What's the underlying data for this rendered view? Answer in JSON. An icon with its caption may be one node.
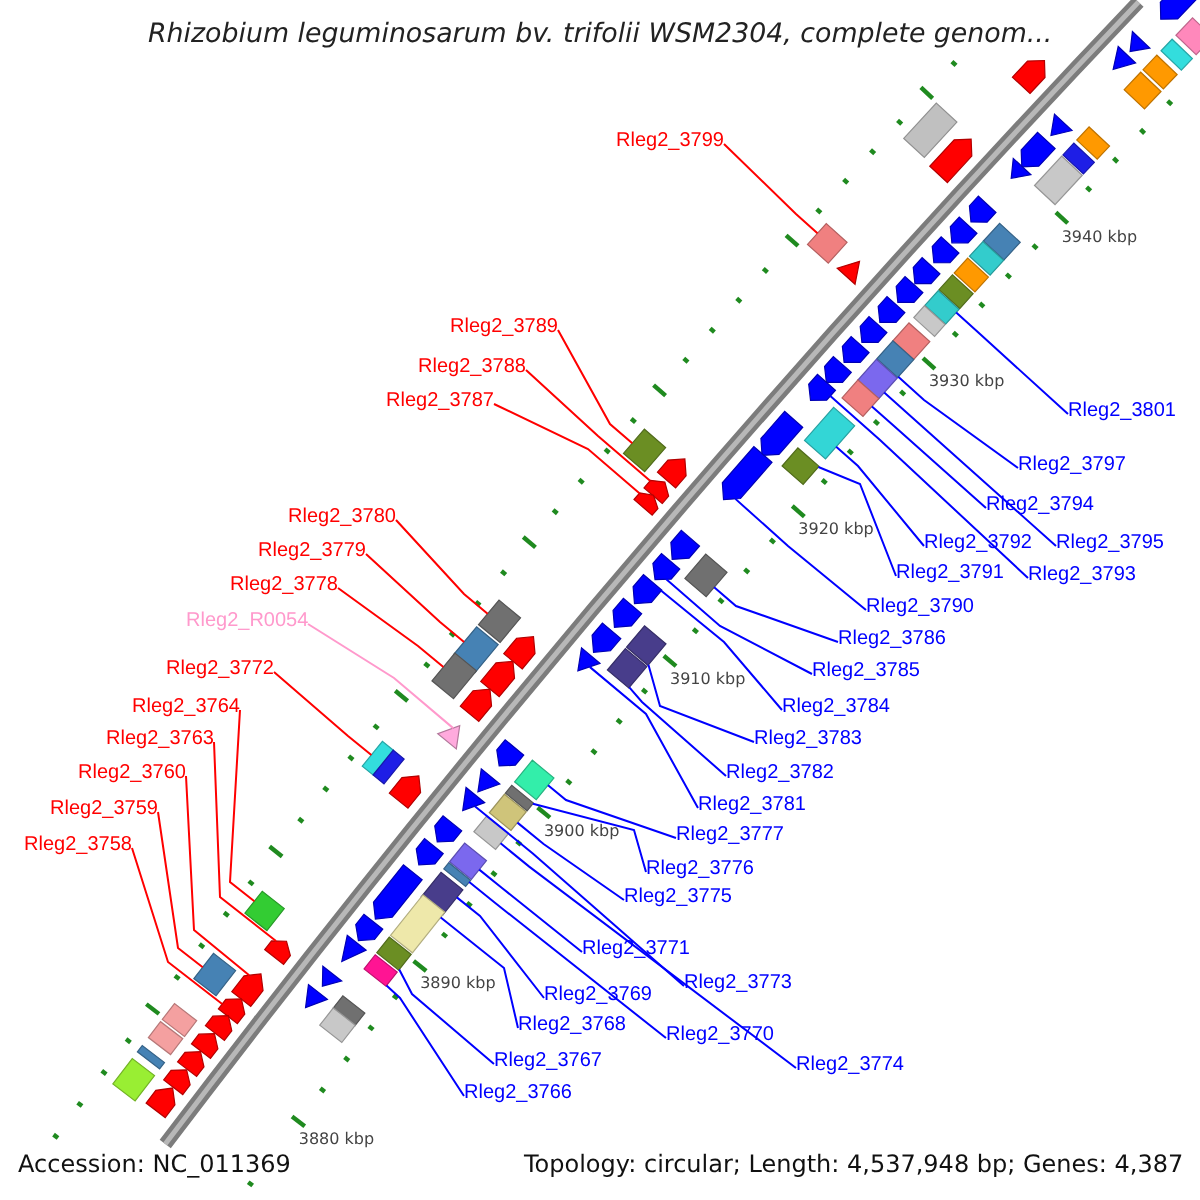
{
  "diagram": {
    "title": "Rhizobium leguminosarum bv. trifolii WSM2304, complete genom...",
    "nodes": [
      {
        "text": [
          "Rleg2_3799"
        ]
      },
      {
        "text": [
          "Rleg2_3789"
        ]
      },
      {
        "text": [
          "Rleg2_3788"
        ]
      },
      {
        "text": [
          "Rleg2_3787"
        ]
      },
      {
        "text": [
          "Rleg2_3801"
        ]
      },
      {
        "text": [
          "Rleg2_3797"
        ]
      },
      {
        "text": [
          "Rleg2_3794"
        ]
      },
      {
        "text": [
          "Rleg2_3780"
        ]
      },
      {
        "text": [
          "Rleg2_3792"
        ]
      },
      {
        "text": [
          "Rleg2_3795"
        ]
      },
      {
        "text": [
          "Rleg2_3779"
        ]
      },
      {
        "text": [
          "Rleg2_3791"
        ]
      },
      {
        "text": [
          "Rleg2_3793"
        ]
      },
      {
        "text": [
          "Rleg2_3778"
        ]
      },
      {
        "text": [
          "Rleg2_3790"
        ]
      },
      {
        "text": [
          "Rleg2_R0054"
        ]
      },
      {
        "text": [
          "Rleg2_3786"
        ]
      },
      {
        "text": [
          "Rleg2_3772"
        ]
      },
      {
        "text": [
          "Rleg2_3785"
        ]
      },
      {
        "text": [
          "Rleg2_3764"
        ]
      },
      {
        "text": [
          "Rleg2_3784"
        ]
      },
      {
        "text": [
          "Rleg2_3763"
        ]
      },
      {
        "text": [
          "Rleg2_3783"
        ]
      },
      {
        "text": [
          "Rleg2_3760"
        ]
      },
      {
        "text": [
          "Rleg2_3782"
        ]
      },
      {
        "text": [
          "Rleg2_3781"
        ]
      },
      {
        "text": [
          "Rleg2_3759"
        ]
      },
      {
        "text": [
          "Rleg2_3777"
        ]
      },
      {
        "text": [
          "Rleg2_3758"
        ]
      },
      {
        "text": [
          "Rleg2_3776"
        ]
      },
      {
        "text": [
          "Rleg2_3775"
        ]
      },
      {
        "text": [
          "Rleg2_3771"
        ]
      },
      {
        "text": [
          "Rleg2_3773"
        ]
      },
      {
        "text": [
          "Rleg2_3769"
        ]
      },
      {
        "text": [
          "Rleg2_3768"
        ]
      },
      {
        "text": [
          "Rleg2_3770"
        ]
      },
      {
        "text": [
          "Rleg2_3767"
        ]
      },
      {
        "text": [
          "Rleg2_3774"
        ]
      },
      {
        "text": [
          "Rleg2_3766"
        ]
      },
      {
        "text": [],
        "shape": "arrow"
      },
      {
        "text": [],
        "shape": "diamond"
      },
      {
        "text": [],
        "shape": "triangle"
      },
      {
        "text": [],
        "shape": "box"
      },
      {
        "text": [],
        "shape": "triangle"
      },
      {
        "text": [],
        "shape": "box"
      },
      {
        "text": [],
        "shape": "arrow"
      },
      {
        "text": [],
        "shape": "diamond"
      },
      {
        "text": [],
        "shape": "triangle"
      },
      {
        "text": [],
        "shape": "box"
      },
      {
        "text": [],
        "shape": "box"
      },
      {
        "text": [],
        "shape": "arrow"
      },
      {
        "text": [],
        "shape": "arrow"
      },
      {
        "text": [],
        "shape": "box"
      },
      {
        "text": [],
        "shape": "triangle"
      },
      {
        "text": [],
        "shape": "box"
      },
      {
        "text": [],
        "shape": "arrow"
      },
      {
        "text": [],
        "shape": "arrow"
      },
      {
        "text": [],
        "shape": "diamond"
      },
      {
        "text": [],
        "shape": "diamond"
      },
      {
        "text": [],
        "shape": "arrow"
      },
      {
        "text": [],
        "shape": "box"
      },
      {
        "text": [],
        "shape": "triangle"
      },
      {
        "text": [],
        "shape": "arrow"
      },
      {
        "text": [],
        "shape": "box"
      },
      {
        "text": [],
        "shape": "box"
      },
      {
        "text": [],
        "shape": "arrow"
      },
      {
        "text": [],
        "shape": "box"
      },
      {
        "text": [],
        "shape": "arrow"
      },
      {
        "text": [],
        "shape": "box"
      },
      {
        "text": [],
        "shape": "arrow"
      },
      {
        "text": [],
        "shape": "diamond"
      },
      {
        "text": [],
        "shape": "arrow"
      },
      {
        "text": [],
        "shape": "diamond"
      },
      {
        "text": [],
        "shape": "arrow"
      },
      {
        "text": [],
        "shape": "diamond"
      },
      {
        "text": [],
        "shape": "arrow"
      },
      {
        "text": [],
        "shape": "diamond"
      },
      {
        "text": [],
        "shape": "box"
      },
      {
        "text": [],
        "shape": "arrow"
      },
      {
        "text": [],
        "shape": "diamond"
      },
      {
        "text": [],
        "shape": "diamond"
      },
      {
        "text": [],
        "shape": "arrow"
      },
      {
        "text": [],
        "shape": "arrow"
      },
      {
        "text": [],
        "shape": "arrow"
      },
      {
        "text": [],
        "shape": "arrow"
      },
      {
        "text": [],
        "shape": "arrow"
      },
      {
        "text": [],
        "shape": "arrow"
      },
      {
        "text": [],
        "shape": "diamond"
      },
      {
        "text": [],
        "shape": "arrow"
      },
      {
        "text": [],
        "shape": "arrow"
      },
      {
        "text": [],
        "shape": "box"
      },
      {
        "text": [],
        "shape": "arrow"
      },
      {
        "text": [],
        "shape": "diamond"
      },
      {
        "text": [],
        "shape": "box"
      },
      {
        "text": [],
        "shape": "arrow"
      },
      {
        "text": [],
        "shape": "triangle"
      },
      {
        "text": [],
        "shape": "diamond"
      },
      {
        "text": [],
        "shape": "box"
      },
      {
        "text": [],
        "shape": "arrow"
      },
      {
        "text": [],
        "shape": "arrow"
      },
      {
        "text": [],
        "shape": "triangle"
      },
      {
        "text": [],
        "shape": "arrow"
      },
      {
        "text": [],
        "shape": "box"
      },
      {
        "text": [],
        "shape": "diamond"
      },
      {
        "text": [],
        "shape": "triangle"
      },
      {
        "text": [],
        "shape": "arrow"
      },
      {
        "text": [],
        "shape": "box"
      },
      {
        "text": [],
        "shape": "triangle"
      },
      {
        "text": [],
        "shape": "box"
      },
      {
        "text": [],
        "shape": "box"
      },
      {
        "text": [],
        "shape": "arrow"
      },
      {
        "text": [],
        "shape": "arrow"
      },
      {
        "text": [],
        "shape": "box"
      },
      {
        "text": [],
        "shape": "box"
      },
      {
        "text": [],
        "shape": "box"
      },
      {
        "text": [],
        "shape": "arrow"
      },
      {
        "text": [],
        "shape": "diamond"
      },
      {
        "text": [],
        "shape": "box"
      },
      {
        "text": [],
        "shape": "arrow"
      },
      {
        "text": [],
        "shape": "arrow"
      },
      {
        "text": [],
        "shape": "triangle"
      },
      {
        "text": [],
        "shape": "box"
      },
      {
        "text": [],
        "shape": "box"
      },
      {
        "text": [],
        "shape": "box"
      },
      {
        "text": [],
        "shape": "triangle"
      },
      {
        "text": [],
        "shape": "arrow"
      },
      {
        "text": [],
        "shape": "triangle"
      },
      {
        "text": [],
        "shape": "arrow"
      },
      {
        "text": [],
        "shape": "box"
      },
      {
        "text": [],
        "shape": "arrow"
      },
      {
        "text": [],
        "shape": "box"
      },
      {
        "text": [],
        "shape": "box"
      },
      {
        "text": [],
        "shape": "arrow"
      },
      {
        "text": [],
        "shape": "box"
      },
      {
        "text": [],
        "shape": "arrow"
      },
      {
        "text": [],
        "shape": "box"
      },
      {
        "text": [],
        "shape": "arrow"
      },
      {
        "text": [],
        "shape": "box"
      },
      {
        "text": [],
        "shape": "arrow"
      }
    ],
    "edges": [
      {
        "from": 0,
        "to": 58,
        "arrow": "none",
        "color": "#ff0000"
      },
      {
        "from": 1,
        "to": 79,
        "arrow": "none",
        "color": "#ff0000"
      },
      {
        "from": 2,
        "to": 83,
        "arrow": "none",
        "color": "#ff0000"
      },
      {
        "from": 3,
        "to": 84,
        "arrow": "none",
        "color": "#ff0000"
      },
      {
        "from": 4,
        "to": 66,
        "arrow": "none"
      },
      {
        "from": 5,
        "to": 72,
        "arrow": "none"
      },
      {
        "from": 6,
        "to": 76,
        "arrow": "none"
      },
      {
        "from": 7,
        "to": 90,
        "arrow": "none",
        "color": "#ff0000"
      },
      {
        "from": 8,
        "to": 77,
        "arrow": "none"
      },
      {
        "from": 9,
        "to": 74,
        "arrow": "none"
      },
      {
        "from": 10,
        "to": 93,
        "arrow": "none",
        "color": "#ff0000"
      },
      {
        "from": 11,
        "to": 80,
        "arrow": "none"
      },
      {
        "from": 12,
        "to": 75,
        "arrow": "none"
      },
      {
        "from": 13,
        "to": 97,
        "arrow": "none",
        "color": "#ff0000"
      },
      {
        "from": 14,
        "to": 82,
        "arrow": "none"
      },
      {
        "from": 15,
        "to": 100,
        "arrow": "none",
        "color": "#ff99cc"
      },
      {
        "from": 16,
        "to": 87,
        "arrow": "none"
      },
      {
        "from": 17,
        "to": 102,
        "arrow": "none",
        "color": "#ff0000"
      },
      {
        "from": 18,
        "to": 86,
        "arrow": "none"
      },
      {
        "from": 19,
        "to": 116,
        "arrow": "none",
        "color": "#ff0000"
      },
      {
        "from": 20,
        "to": 88,
        "arrow": "none"
      },
      {
        "from": 21,
        "to": 119,
        "arrow": "none",
        "color": "#ff0000"
      },
      {
        "from": 22,
        "to": 92,
        "arrow": "none"
      },
      {
        "from": 23,
        "to": 125,
        "arrow": "none",
        "color": "#ff0000"
      },
      {
        "from": 24,
        "to": 96,
        "arrow": "none"
      },
      {
        "from": 25,
        "to": 95,
        "arrow": "none"
      },
      {
        "from": 26,
        "to": 123,
        "arrow": "none",
        "color": "#ff0000"
      },
      {
        "from": 27,
        "to": 103,
        "arrow": "none"
      },
      {
        "from": 28,
        "to": 127,
        "arrow": "none",
        "color": "#ff0000"
      },
      {
        "from": 29,
        "to": 106,
        "arrow": "none"
      },
      {
        "from": 30,
        "to": 108,
        "arrow": "none"
      },
      {
        "from": 31,
        "to": 112,
        "arrow": "none"
      },
      {
        "from": 32,
        "to": 107,
        "arrow": "none"
      },
      {
        "from": 33,
        "to": 114,
        "arrow": "none"
      },
      {
        "from": 34,
        "to": 117,
        "arrow": "none"
      },
      {
        "from": 35,
        "to": 113,
        "arrow": "none"
      },
      {
        "from": 36,
        "to": 121,
        "arrow": "none"
      },
      {
        "from": 37,
        "to": 109,
        "arrow": "none"
      },
      {
        "from": 38,
        "to": 122,
        "arrow": "none"
      }
    ],
    "labels": [
      "3940 kbp",
      "3930 kbp",
      "3920 kbp",
      "3910 kbp",
      "3900 kbp",
      "3890 kbp",
      "3880 kbp",
      "Accession: NC_011369",
      "Topology: circular; Length: 4,537,948 bp; Genes: 4,387"
    ]
  }
}
